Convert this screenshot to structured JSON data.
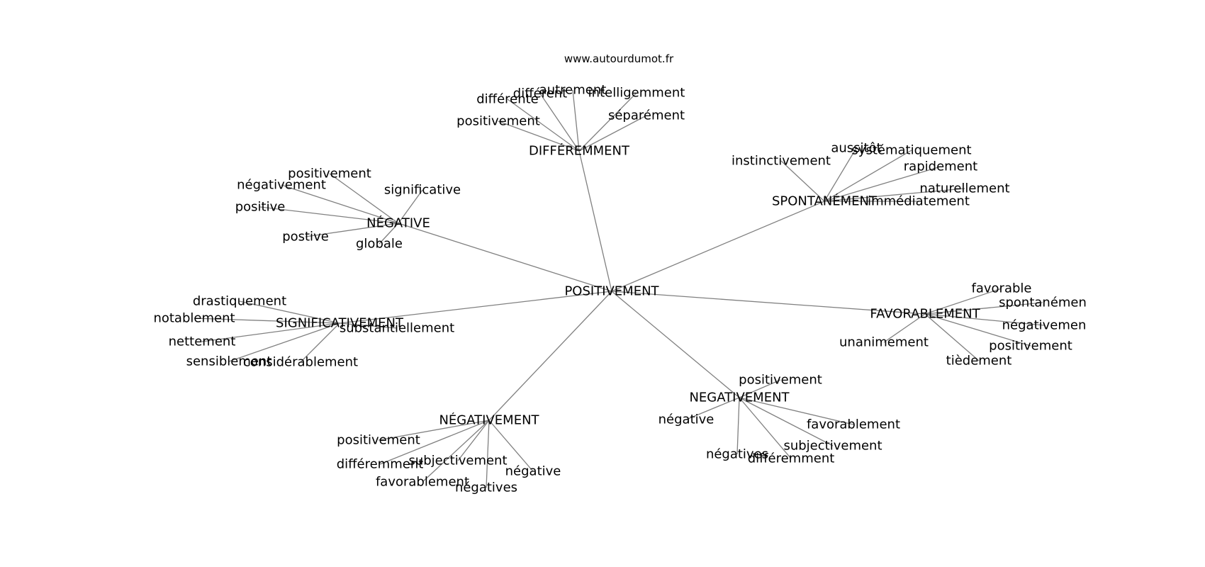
{
  "watermark": "www.autourdumot.fr",
  "colors": {
    "edge": "#808080",
    "text": "#000000",
    "background": "#ffffff"
  },
  "graph": {
    "center": {
      "id": "root",
      "label": "POSITIVEMENT"
    },
    "clusters": [
      {
        "id": "difference",
        "label": "DIFFÉREMMENT",
        "leaves": [
          "différente",
          "différent",
          "autrement",
          "intelligemment",
          "séparément",
          "positivement"
        ]
      },
      {
        "id": "spontane",
        "label": "SPONTANÉMENT",
        "leaves": [
          "instinctivement",
          "aussitôt",
          "systématiquement",
          "rapidement",
          "naturellement",
          "immédiatement"
        ]
      },
      {
        "id": "negative",
        "label": "NÉGATIVE",
        "leaves": [
          "positivement",
          "négativement",
          "significative",
          "positive",
          "postive",
          "globale"
        ]
      },
      {
        "id": "favorable",
        "label": "FAVORABLEMENT",
        "leaves": [
          "favorable",
          "spontanémen",
          "négativemen",
          "positivement",
          "tièdement",
          "unanimement"
        ]
      },
      {
        "id": "significatif",
        "label": "SIGNIFICATIVEMENT",
        "leaves": [
          "drastiquement",
          "notablement",
          "substantiellement",
          "nettement",
          "sensiblement",
          "considérablement"
        ]
      },
      {
        "id": "negativement_acc",
        "label": "NÉGATIVEMENT",
        "leaves": [
          "positivement",
          "différemment",
          "subjectivement",
          "négative",
          "favorablement",
          "négatives"
        ]
      },
      {
        "id": "negativement_plain",
        "label": "NEGATIVEMENT",
        "leaves": [
          "positivement",
          "négative",
          "favorablement",
          "subjectivement",
          "négatives",
          "différemment"
        ]
      }
    ]
  }
}
